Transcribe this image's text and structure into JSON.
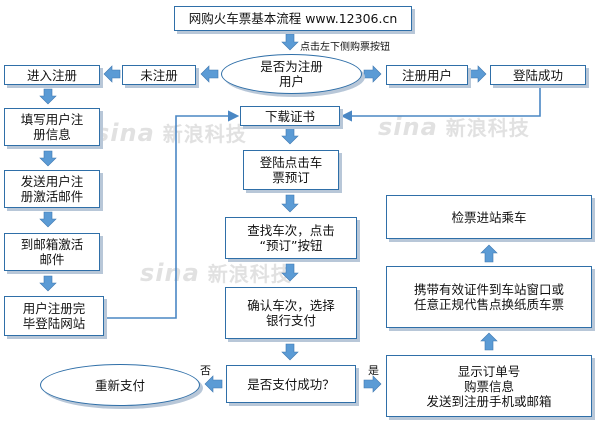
{
  "colors": {
    "border": "#2f6fa8",
    "arrow": "#4a87c4",
    "shadow": "#b8c7d8"
  },
  "nodes": {
    "title": "网购火车票基本流程 www.12306.cn",
    "is_registered": "是否为注册\n用户",
    "not_registered": "未注册",
    "go_register": "进入注册",
    "fill_info": "填写用户注\n册信息",
    "send_email": "发送用户注\n册激活邮件",
    "activate_email": "到邮箱激活\n邮件",
    "register_done": "用户注册完\n毕登陆网站",
    "registered_user": "注册用户",
    "login_success": "登陆成功",
    "download_cert": "下载证书",
    "login_book": "登陆点击车\n票预订",
    "find_train": "查找车次，点击\n“预订”按钮",
    "confirm_train": "确认车次，选择\n银行支付",
    "pay_success": "是否支付成功？",
    "repay": "重新支付",
    "show_order": "显示订单号\n购票信息\n发送到注册手机或邮箱",
    "exchange": "携带有效证件到车站窗口或\n任意正规代售点换纸质车票",
    "board": "检票进站乘车"
  },
  "labels": {
    "click_hint": "点击左下侧购票按钮",
    "no": "否",
    "yes": "是"
  },
  "watermark": {
    "brand": "sina",
    "text": "新浪科技"
  }
}
